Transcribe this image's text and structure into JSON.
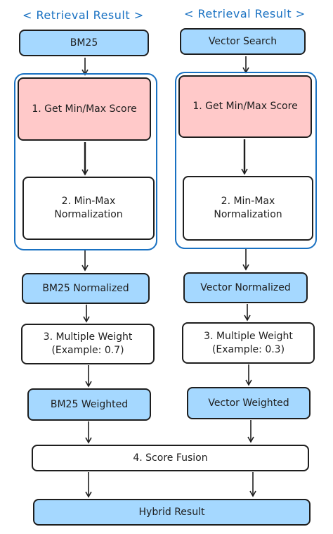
{
  "headers": {
    "left": "< Retrieval Result >",
    "right": "< Retrieval Result >"
  },
  "left": {
    "source": "BM25",
    "get_minmax": "1. Get Min/Max Score",
    "normalization": "2. Min-Max\nNormalization",
    "normalized": "BM25 Normalized",
    "weight": "3. Multiple Weight\n(Example: 0.7)",
    "weighted": "BM25 Weighted"
  },
  "right": {
    "source": "Vector Search",
    "get_minmax": "1. Get Min/Max Score",
    "normalization": "2. Min-Max\nNormalization",
    "normalized": "Vector Normalized",
    "weight": "3. Multiple Weight\n(Example: 0.3)",
    "weighted": "Vector Weighted"
  },
  "fusion": "4. Score Fusion",
  "result": "Hybrid Result",
  "colors": {
    "blue_fill": "#a5d8ff",
    "red_fill": "#ffc9c9",
    "group_border": "#1971c2",
    "header_text": "#1971c2",
    "stroke": "#1e1e1e"
  }
}
